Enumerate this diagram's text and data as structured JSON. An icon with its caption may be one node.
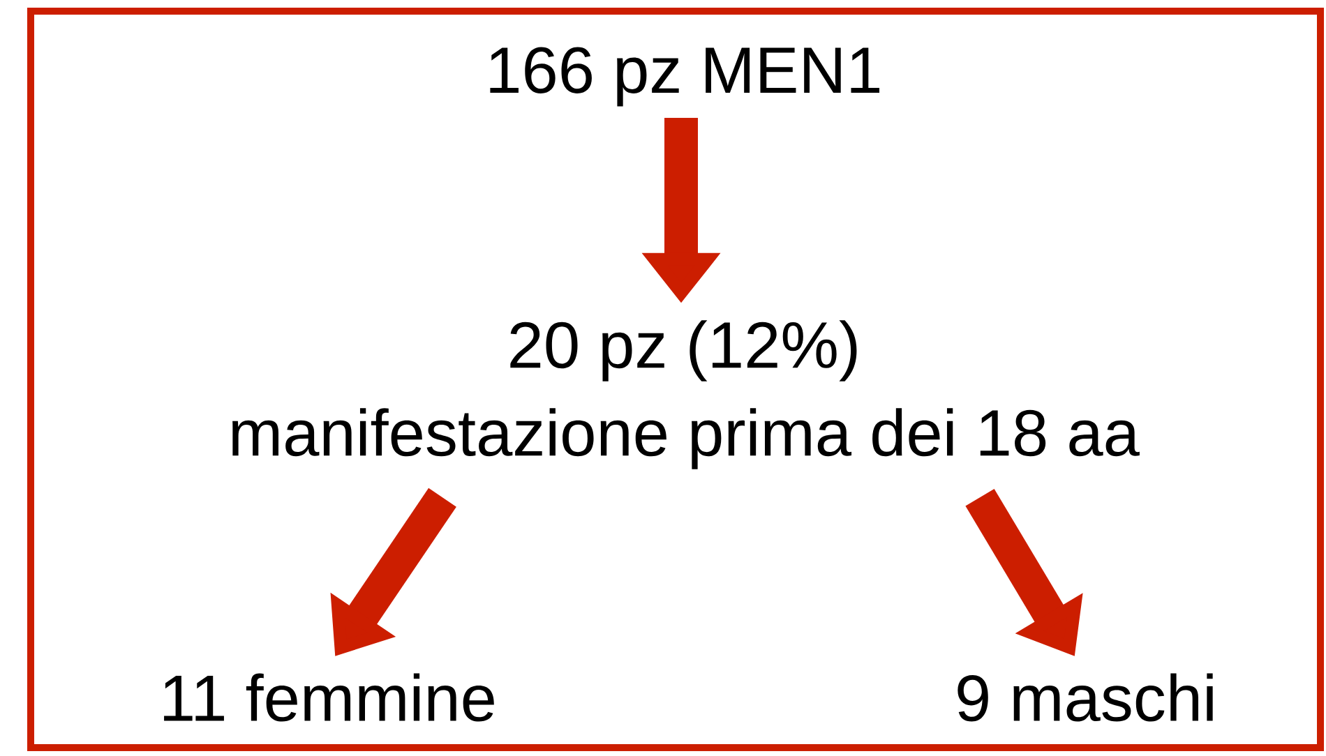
{
  "diagram": {
    "nodes": [
      {
        "text": [
          "166 pz MEN1"
        ]
      },
      {
        "text": [
          "20 pz (12%)",
          "manifestazione prima dei 18 aa"
        ]
      },
      {
        "text": [
          "11 femmine"
        ]
      },
      {
        "text": [
          "9 maschi"
        ]
      }
    ],
    "edges": [
      {
        "from": 0,
        "to": 1,
        "arrow": "to"
      },
      {
        "from": 1,
        "to": 2,
        "arrow": "to"
      },
      {
        "from": 1,
        "to": 3,
        "arrow": "to"
      }
    ]
  }
}
